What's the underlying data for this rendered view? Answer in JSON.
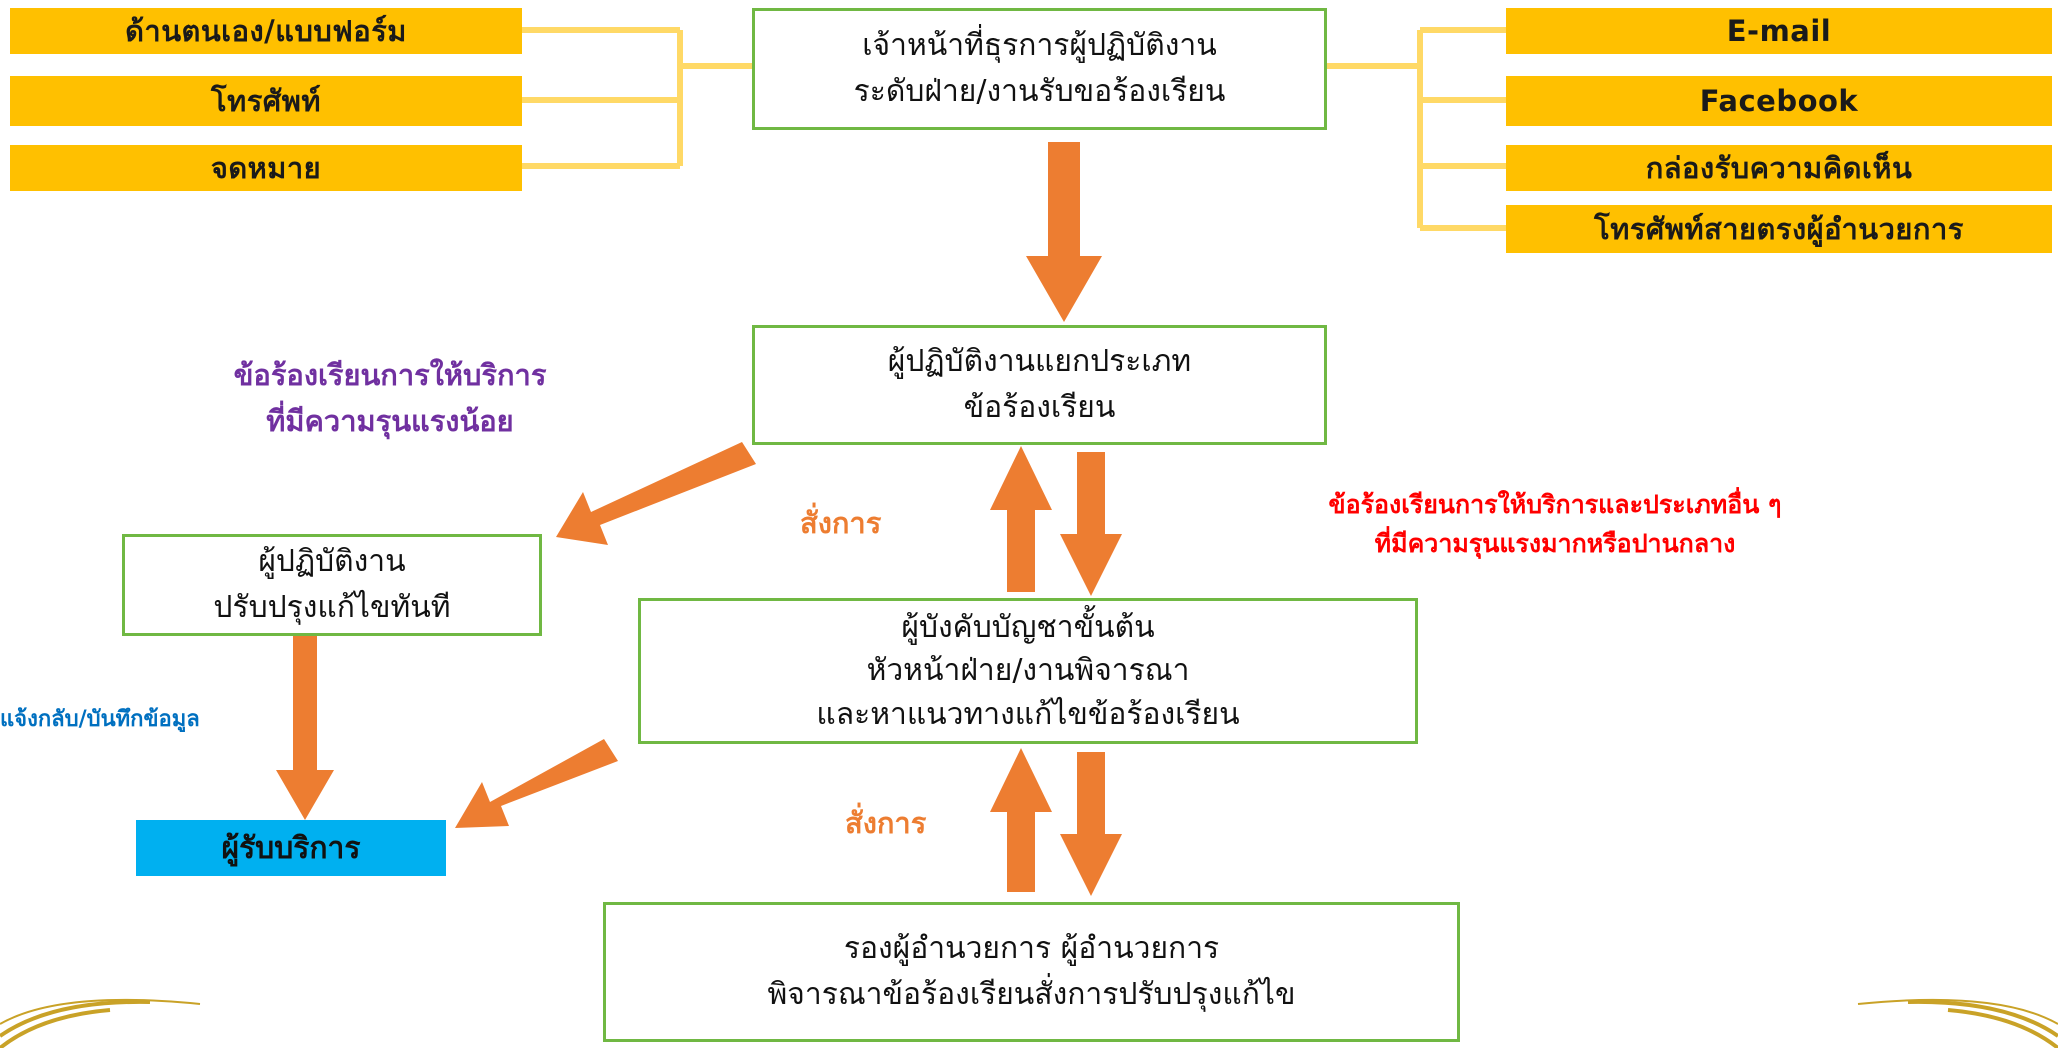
{
  "colors": {
    "channel_fill": "#ffc000",
    "connector": "#ffd966",
    "box_border": "#70b843",
    "arrow": "#ed7d31",
    "service_fill": "#00b0f0",
    "purple_text": "#7030a0",
    "red_text": "#ff0000",
    "blue_text": "#0070c0",
    "ornament": "#c9a227"
  },
  "channels_left": [
    "ด้านตนเอง/แบบฟอร์ม",
    "โทรศัพท์",
    "จดหมาย"
  ],
  "channels_right": [
    "E-mail",
    "Facebook",
    "กล่องรับความคิดเห็น",
    "โทรศัพท์สายตรงผู้อำนวยการ"
  ],
  "boxes": {
    "intake": [
      "เจ้าหน้าที่ธุรการผู้ปฏิบัติงาน",
      "ระดับฝ่าย/งานรับขอร้องเรียน"
    ],
    "classify": [
      "ผู้ปฏิบัติงานแยกประเภท",
      "ข้อร้องเรียน"
    ],
    "fix": [
      "ผู้ปฏิบัติงาน",
      "ปรับปรุงแก้ไขทันที"
    ],
    "supervisor": [
      "ผู้บังคับบัญชาขั้นต้น",
      "หัวหน้าฝ่าย/งานพิจารณา",
      "และหาแนวทางแก้ไขข้อร้องเรียน"
    ],
    "director": [
      "รองผู้อำนวยการ ผู้อำนวยการ",
      "พิจารณาข้อร้องเรียนสั่งการปรับปรุงแก้ไข"
    ],
    "service": "ผู้รับบริการ"
  },
  "labels": {
    "minor": [
      "ข้อร้องเรียนการให้บริการ",
      "ที่มีความรุนแรงน้อย"
    ],
    "major": [
      "ข้อร้องเรียนการให้บริการและประเภทอื่น ๆ",
      "ที่มีความรุนแรงมากหรือปานกลาง"
    ],
    "order_1": "สั่งการ",
    "order_2": "สั่งการ",
    "report": "แจ้งกลับ/บันทึกข้อมูล"
  }
}
